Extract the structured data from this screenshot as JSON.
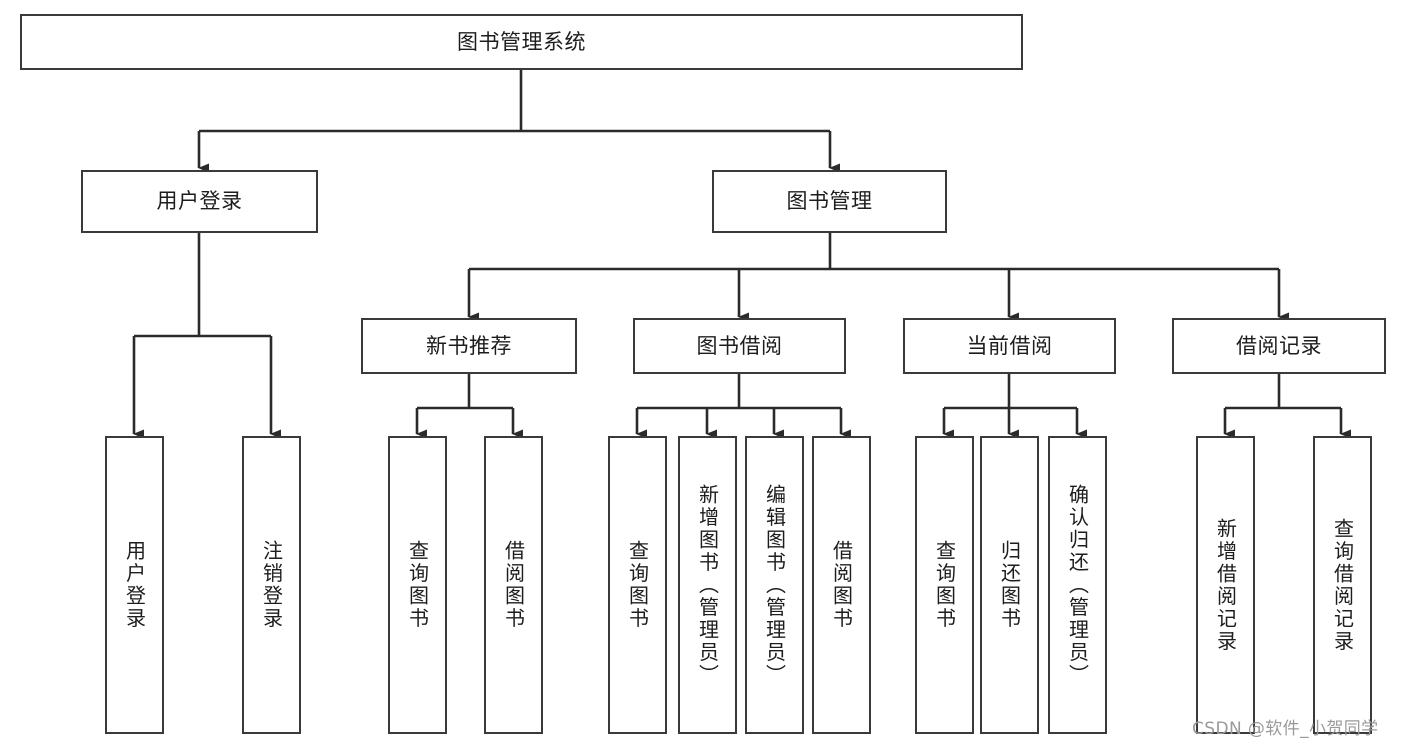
{
  "diagram": {
    "type": "tree-hierarchy",
    "title": "图书管理系统",
    "orientation": "top-down",
    "colors": {
      "box_border": "#3a3a3a",
      "box_fill": "#ffffff",
      "connector": "#2b2b2b",
      "text": "#1d1d1d",
      "watermark": "#9a9a9a"
    }
  },
  "root": {
    "label": "图书管理系统"
  },
  "level2": [
    {
      "label": "用户登录"
    },
    {
      "label": "图书管理"
    }
  ],
  "level3": [
    {
      "label": "新书推荐"
    },
    {
      "label": "图书借阅"
    },
    {
      "label": "当前借阅"
    },
    {
      "label": "借阅记录"
    }
  ],
  "leaves": {
    "user_login": [
      {
        "label": "用户登录"
      },
      {
        "label": "注销登录"
      }
    ],
    "new_book_recommend": [
      {
        "label": "查询图书"
      },
      {
        "label": "借阅图书"
      }
    ],
    "book_borrow": [
      {
        "label": "查询图书"
      },
      {
        "label": "新增图书（管理员）"
      },
      {
        "label": "编辑图书（管理员）"
      },
      {
        "label": "借阅图书"
      }
    ],
    "current_borrow": [
      {
        "label": "查询图书"
      },
      {
        "label": "归还图书"
      },
      {
        "label": "确认归还（管理员）"
      }
    ],
    "borrow_records": [
      {
        "label": "新增借阅记录"
      },
      {
        "label": "查询借阅记录"
      }
    ]
  },
  "watermark": {
    "text": "CSDN @软件_小贺同学"
  }
}
